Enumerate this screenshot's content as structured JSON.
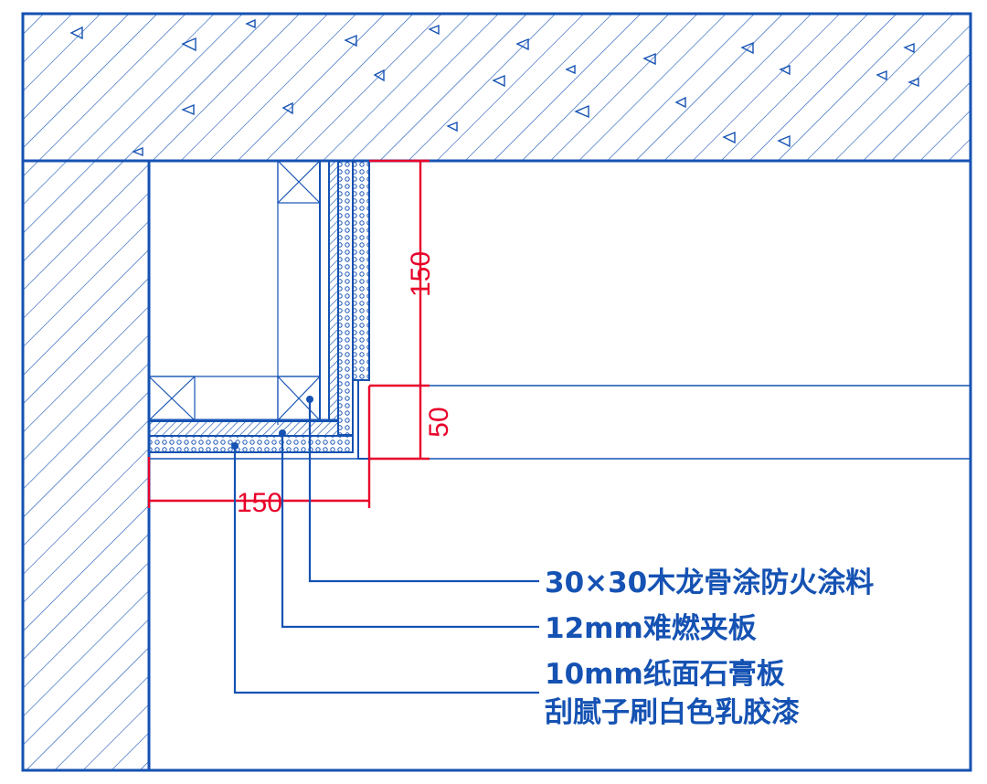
{
  "colors": {
    "line": "#1552b3",
    "dimension": "#e8002a",
    "background": "#ffffff"
  },
  "dimensions": {
    "vertical_upper": "150",
    "vertical_lower": "50",
    "horizontal": "150"
  },
  "notes": [
    "30×30木龙骨涂防火涂料",
    "12mm难燃夹板",
    "10mm纸面石膏板",
    "刮腻子刷白色乳胶漆"
  ]
}
